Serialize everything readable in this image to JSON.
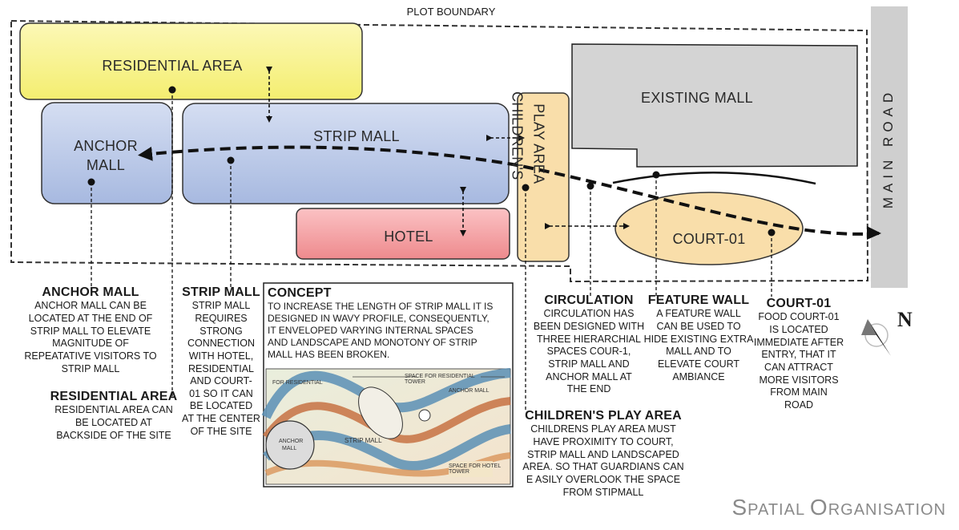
{
  "plot_boundary": "PLOT BOUNDARY",
  "main_road": "MAIN ROAD",
  "zones": {
    "residential": "RESIDENTIAL AREA",
    "anchor_line1": "ANCHOR",
    "anchor_line2": "MALL",
    "strip": "STRIP MALL",
    "hotel": "HOTEL",
    "existing": "EXISTING MALL",
    "court": "COURT-01",
    "play_line1": "CHILDREN'S",
    "play_line2": "PLAY AREA"
  },
  "notes": {
    "anchor": {
      "heading": "ANCHOR MALL",
      "body": [
        "ANCHOR MALL CAN BE",
        "LOCATED AT THE END OF",
        "STRIP MALL TO ELEVATE",
        "MAGNITUDE OF",
        "REPEATATIVE VISITORS TO",
        "STRIP MALL"
      ]
    },
    "residential": {
      "heading": "RESIDENTIAL AREA",
      "body": [
        "RESIDENTIAL AREA CAN",
        "BE LOCATED AT",
        "BACKSIDE OF THE SITE"
      ]
    },
    "strip": {
      "heading": "STRIP MALL",
      "body": [
        "STRIP MALL",
        "REQUIRES",
        "STRONG",
        "CONNECTION",
        "WITH HOTEL,",
        "RESIDENTIAL",
        "AND COURT-",
        "01 SO IT CAN",
        "BE LOCATED",
        "AT THE CENTER",
        "OF THE SITE"
      ]
    },
    "concept": {
      "heading": "CONCEPT",
      "body": [
        "TO INCREASE THE LENGTH OF STRIP MALL IT IS",
        "DESIGNED IN WAVY PROFILE, CONSEQUENTLY,",
        "IT ENVELOPED VARYING INTERNAL SPACES",
        "AND LANDSCAPE AND MONOTONY OF STRIP",
        "MALL HAS BEEN BROKEN."
      ]
    },
    "circulation": {
      "heading": "CIRCULATION",
      "body": [
        "CIRCULATION HAS",
        "BEEN DESIGNED WITH",
        "THREE HIERARCHIAL",
        "SPACES COUR-1,",
        "STRIP MALL AND",
        "ANCHOR MALL AT",
        "THE END"
      ]
    },
    "feature": {
      "heading": "FEATURE WALL",
      "body": [
        "A FEATURE WALL",
        "CAN BE USED TO",
        "HIDE EXISTING EXTRA",
        "MALL AND TO",
        "ELEVATE COURT",
        "AMBIANCE"
      ]
    },
    "court": {
      "heading": "COURT-01",
      "body": [
        "FOOD COURT-01",
        "IS LOCATED",
        "IMMEDIATE AFTER",
        "ENTRY, THAT IT",
        "CAN ATTRACT",
        "MORE VISITORS",
        "FROM MAIN",
        "ROAD"
      ]
    },
    "play": {
      "heading": "CHILDREN'S PLAY AREA",
      "body": [
        "CHILDRENS PLAY AREA MUST",
        "HAVE PROXIMITY TO COURT,",
        "STRIP MALL AND LANDSCAPED",
        "AREA. SO THAT GUARDIANS CAN",
        "E ASILY OVERLOOK THE SPACE",
        "FROM STIPMALL"
      ]
    }
  },
  "sketch_labels": {
    "residential": "FOR RESIDENTIAL",
    "space_tower": "SPACE FOR RESIDENTIAL TOWER",
    "anchor_mall": "ANCHOR MALL",
    "anchor": "ANCHOR",
    "mall": "MALL",
    "strip_mall": "STRIP MALL",
    "space_hotel": "SPACE FOR HOTEL TOWER"
  },
  "north": "N",
  "title": {
    "s": "S",
    "patial": "PATIAL",
    "o": "O",
    "rganisation": "RGANISATION"
  },
  "colors": {
    "residential": "#fbf7a6",
    "anchor": "#b7c6e6",
    "strip": "#c9d5ee",
    "hotel": "#f2a2a4",
    "existing": "#d4d4d4",
    "court": "#f9deaa",
    "play": "#f9deaa",
    "road": "#cfcfcf"
  }
}
